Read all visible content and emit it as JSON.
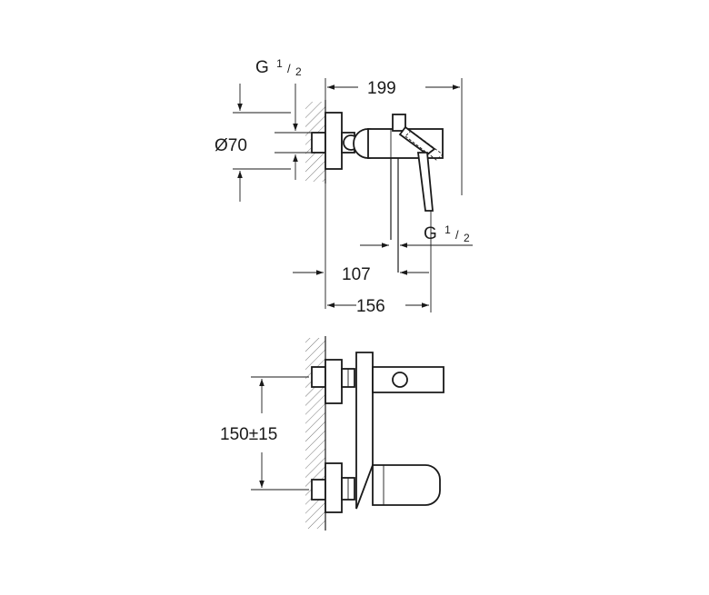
{
  "drawing": {
    "top_view": {
      "thread_label_wall": "G",
      "thread_label_outlet": "G",
      "thread_fraction_num": "1",
      "thread_fraction_den": "2",
      "diameter_label": "Ø70",
      "width_overall": "199",
      "projection_spout": "107",
      "projection_body": "156"
    },
    "side_view": {
      "connection_spacing": "150±15"
    }
  }
}
